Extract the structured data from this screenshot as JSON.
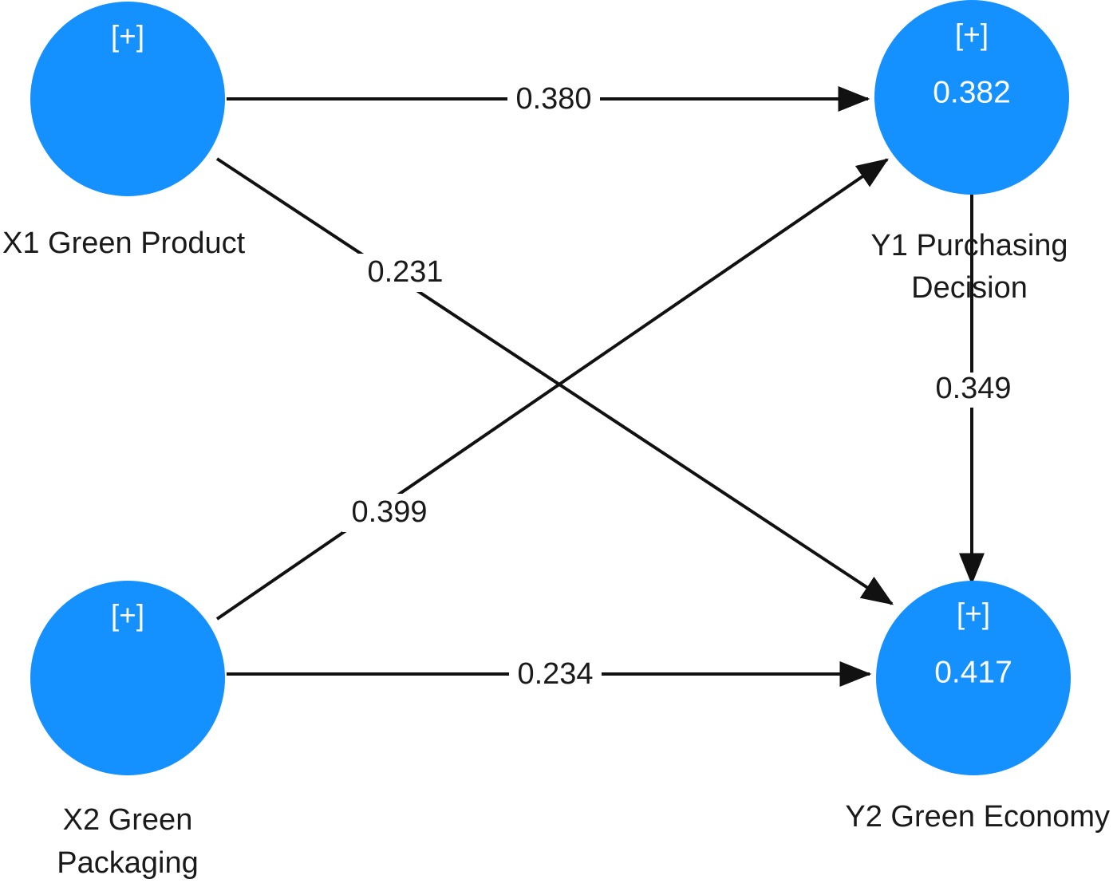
{
  "diagram": {
    "type": "path-model",
    "title": "",
    "background_color": "#ffffff",
    "node_color": "#1590ff",
    "node_text_color": "#ffffff",
    "edge_color": "#111111",
    "label_color": "#1a1a1a"
  },
  "nodes": [
    {
      "id": "x1",
      "label": "X1 Green Product",
      "label_lines": [
        "X1 Green Product"
      ],
      "plus_tag": "[+]",
      "r_squared": "",
      "position": "top-left"
    },
    {
      "id": "x2",
      "label": "X2 Green Packaging",
      "label_lines": [
        "X2 Green",
        "Packaging"
      ],
      "plus_tag": "[+]",
      "r_squared": "",
      "position": "bottom-left"
    },
    {
      "id": "y1",
      "label": "Y1 Purchasing Decision",
      "label_lines": [
        "Y1 Purchasing",
        "Decision"
      ],
      "plus_tag": "[+]",
      "r_squared": "0.382",
      "position": "top-right"
    },
    {
      "id": "y2",
      "label": "Y2 Green Economy",
      "label_lines": [
        "Y2 Green Economy"
      ],
      "plus_tag": "[+]",
      "r_squared": "0.417",
      "position": "bottom-right"
    }
  ],
  "edges": [
    {
      "id": "x1-y1",
      "from": "x1",
      "to": "y1",
      "coefficient": "0.380",
      "shape": "horizontal"
    },
    {
      "id": "x1-y2",
      "from": "x1",
      "to": "y2",
      "coefficient": "0.231",
      "shape": "diagonal-down-right"
    },
    {
      "id": "x2-y1",
      "from": "x2",
      "to": "y1",
      "coefficient": "0.399",
      "shape": "diagonal-up-right"
    },
    {
      "id": "x2-y2",
      "from": "x2",
      "to": "y2",
      "coefficient": "0.234",
      "shape": "horizontal"
    },
    {
      "id": "y1-y2",
      "from": "y1",
      "to": "y2",
      "coefficient": "0.349",
      "shape": "vertical"
    }
  ],
  "chart_data": {
    "type": "diagram",
    "diagram_kind": "pls-sem-path-model",
    "constructs": [
      {
        "name": "X1 Green Product",
        "role": "exogenous",
        "r_squared": null
      },
      {
        "name": "X2 Green Packaging",
        "role": "exogenous",
        "r_squared": null
      },
      {
        "name": "Y1 Purchasing Decision",
        "role": "endogenous",
        "r_squared": 0.382
      },
      {
        "name": "Y2 Green Economy",
        "role": "endogenous",
        "r_squared": 0.417
      }
    ],
    "paths": [
      {
        "from": "X1 Green Product",
        "to": "Y1 Purchasing Decision",
        "coefficient": 0.38
      },
      {
        "from": "X1 Green Product",
        "to": "Y2 Green Economy",
        "coefficient": 0.231
      },
      {
        "from": "X2 Green Packaging",
        "to": "Y1 Purchasing Decision",
        "coefficient": 0.399
      },
      {
        "from": "X2 Green Packaging",
        "to": "Y2 Green Economy",
        "coefficient": 0.234
      },
      {
        "from": "Y1 Purchasing Decision",
        "to": "Y2 Green Economy",
        "coefficient": 0.349
      }
    ]
  }
}
